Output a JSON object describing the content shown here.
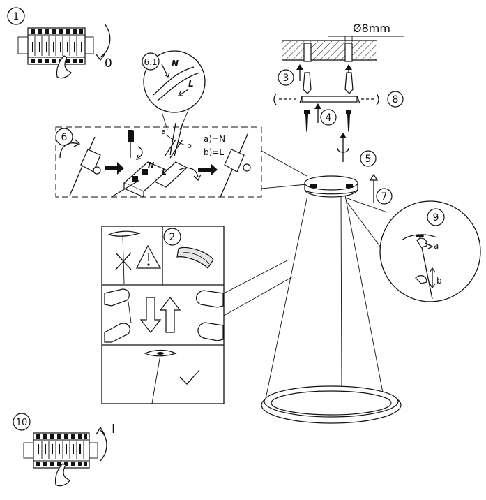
{
  "steps": {
    "s1": "1",
    "s2": "2",
    "s3": "3",
    "s4": "4",
    "s5": "5",
    "s6": "6",
    "s61": "6.1",
    "s7": "7",
    "s8": "8",
    "s9": "9",
    "s10": "10"
  },
  "labels": {
    "switch_off": "0",
    "switch_on": "I",
    "diameter": "Ø8mm",
    "wire_a": "a",
    "wire_b": "b",
    "legend_n": "a)=N",
    "legend_l": "b)=L",
    "zoom_n": "N",
    "zoom_l": "L",
    "terminal_n": "N",
    "terminal_l": "L",
    "cable_a": "a",
    "cable_b": "b"
  },
  "colors": {
    "ink": "#111111",
    "paper": "#ffffff"
  },
  "icons": [
    "warning-icon",
    "cross-icon",
    "checkmark-icon",
    "screwdriver-icon",
    "hand-icon",
    "arrow-icon"
  ]
}
